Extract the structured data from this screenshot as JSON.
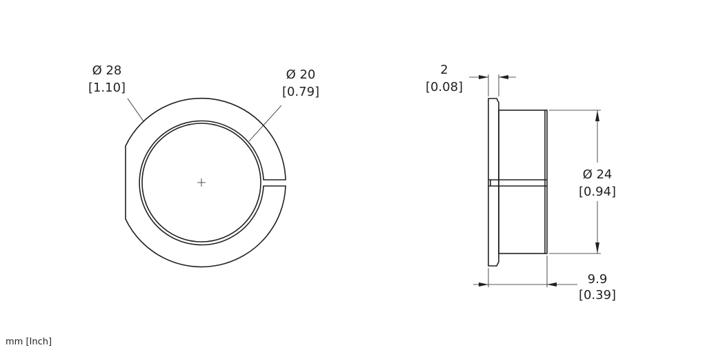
{
  "front_view": {
    "outer_diameter": {
      "mm": "Ø 28",
      "inch": "[1.10]"
    },
    "inner_diameter": {
      "mm": "Ø 20",
      "inch": "[0.79]"
    }
  },
  "side_view": {
    "flange_thickness": {
      "mm": "2",
      "inch": "[0.08]"
    },
    "body_diameter": {
      "mm": "Ø 24",
      "inch": "[0.94]"
    },
    "length": {
      "mm": "9.9",
      "inch": "[0.39]"
    }
  },
  "units_label": "mm [Inch]"
}
